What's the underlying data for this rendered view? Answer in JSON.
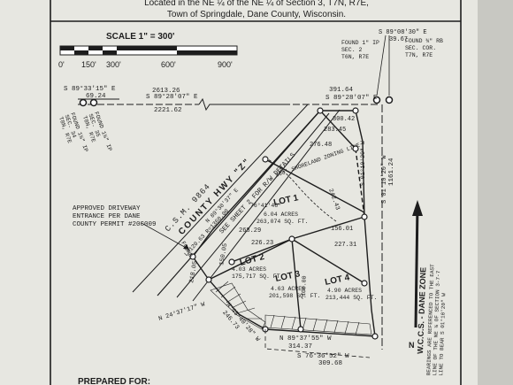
{
  "header": {
    "line1": "Located in the NE ¼ of the NE ¼ of Section 3, T7N, R7E,",
    "line2": "Town of Springdale, Dane County, Wisconsin."
  },
  "scale": {
    "label": "SCALE 1\" = 300'",
    "ticks": [
      "0'",
      "150'",
      "300'",
      "600'",
      "900'"
    ]
  },
  "corners": {
    "west": {
      "bearing": "S 89°33'15\" E",
      "dist": "69.24",
      "note": "FOUND 1¼\" IP",
      "sec": "SEC. 35",
      "twp": "T8N, R7E"
    },
    "west_b": {
      "note": "FOUND 1¼\" IP",
      "sec": "SEC. 34",
      "twp": "T8N, R7E"
    },
    "north_bearing": {
      "text": "S 89°28'07\" E",
      "dist_top": "2613.26",
      "dist": "2221.62"
    },
    "east": {
      "bearing": "S 89°08'30\" E",
      "dist": "39.67",
      "note": "FOUND 1\" IP",
      "sec": "SEC. 2",
      "twp": "T6N, R7E"
    },
    "east_b": {
      "note": "FOUND ¾\" RB",
      "sec": "SEC. COR.",
      "twp": "T7N, R7E"
    }
  },
  "labels": {
    "csm": "C.S.M. 9864",
    "road": "COUNTY HWY \"Z\"",
    "road_bearing": "N 89°30'37\" E",
    "road_curve": "L=120.63 R=1360.00",
    "see_sheet": "SEE SHEET 2 FOR R/W DETAILS",
    "shoreland": "300' SHORELAND ZONING LINE",
    "tip": "FOUND",
    "driveway": [
      "APPROVED DRIVEWAY",
      "ENTRANCE PER DANE",
      "COUNTY PERMIT #20C009"
    ],
    "top_bearing": "S 89°28'07\" E",
    "top_dist": "391.64",
    "east_dist": "1161.24",
    "east_bearing": "S 01°10'20\" W",
    "east_sub": "S 01°10'20\" W",
    "bottom_bearing": "N 89°37'55\" W",
    "bottom_dist": "314.37",
    "south_bearing": "S 76°36'52\" W",
    "south_dist": "309.68",
    "sw_bearing": "N 24°37'17\" W",
    "sw_dist": "218.05",
    "w_bearing": "N 45°40'28\" W",
    "w_dist": "246.73",
    "tie_dist": "150.05",
    "prepared": "PREPARED FOR:"
  },
  "dims": [
    "300.42",
    "283.45",
    "276.48",
    "242.43",
    "156.01",
    "268.29",
    "227.31",
    "226.23",
    "76°41'46\"",
    "150.00",
    "100.00"
  ],
  "lots": [
    {
      "name": "LOT 1",
      "acres": "6.04 ACRES",
      "sqft": "263,074 SQ. FT."
    },
    {
      "name": "LOT 2",
      "acres": "4.03 ACRES",
      "sqft": "175,717 SQ. FT."
    },
    {
      "name": "LOT 3",
      "acres": "4.63 ACRES",
      "sqft": "201,598 SQ. FT."
    },
    {
      "name": "LOT 4",
      "acres": "4.90 ACRES",
      "sqft": "213,444 SQ. FT."
    }
  ],
  "legend": {
    "title": "W.C.C.S. - DANE ZONE",
    "note1": "BEARINGS ARE REFERENCED TO THE EAST",
    "note2": "LINE OF THE NE ¼ OF SECTION 3-7-7",
    "note3": "LINE TO BEAR S 01°10'20\" W",
    "north": "N"
  }
}
